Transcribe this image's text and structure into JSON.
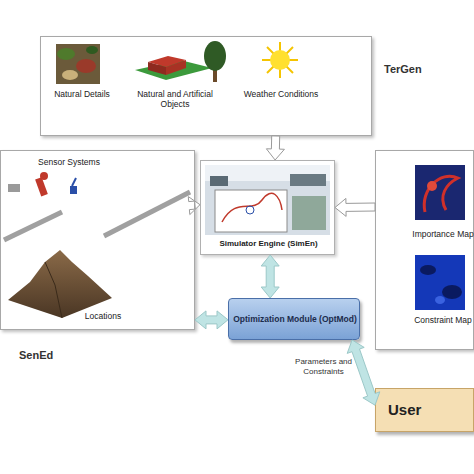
{
  "diagram": {
    "nodes": [
      {
        "text": [
          "Natural Details",
          "Natural and Artificial Objects",
          "Weather Conditions",
          "TerGen"
        ]
      },
      {
        "text": [
          "Sensor Systems",
          "Locations",
          "SenEd"
        ]
      },
      {
        "text": [
          "Simulator Engine (SimEn)"
        ]
      },
      {
        "text": [
          "Importance Map",
          "Constraint Map"
        ]
      },
      {
        "text": [
          "Optimization Module (OptMod)"
        ]
      },
      {
        "text": [
          "User"
        ]
      }
    ],
    "edges": [
      {
        "from": 0,
        "to": 2,
        "arrow": "to"
      },
      {
        "from": 1,
        "to": 2,
        "arrow": "to"
      },
      {
        "from": 3,
        "to": 2,
        "arrow": "to"
      },
      {
        "from": 2,
        "to": 4,
        "arrow": "both"
      },
      {
        "from": 4,
        "to": 1,
        "arrow": "both"
      },
      {
        "from": 4,
        "to": 5,
        "label": "Parameters and Constraints",
        "arrow": "both"
      }
    ]
  }
}
